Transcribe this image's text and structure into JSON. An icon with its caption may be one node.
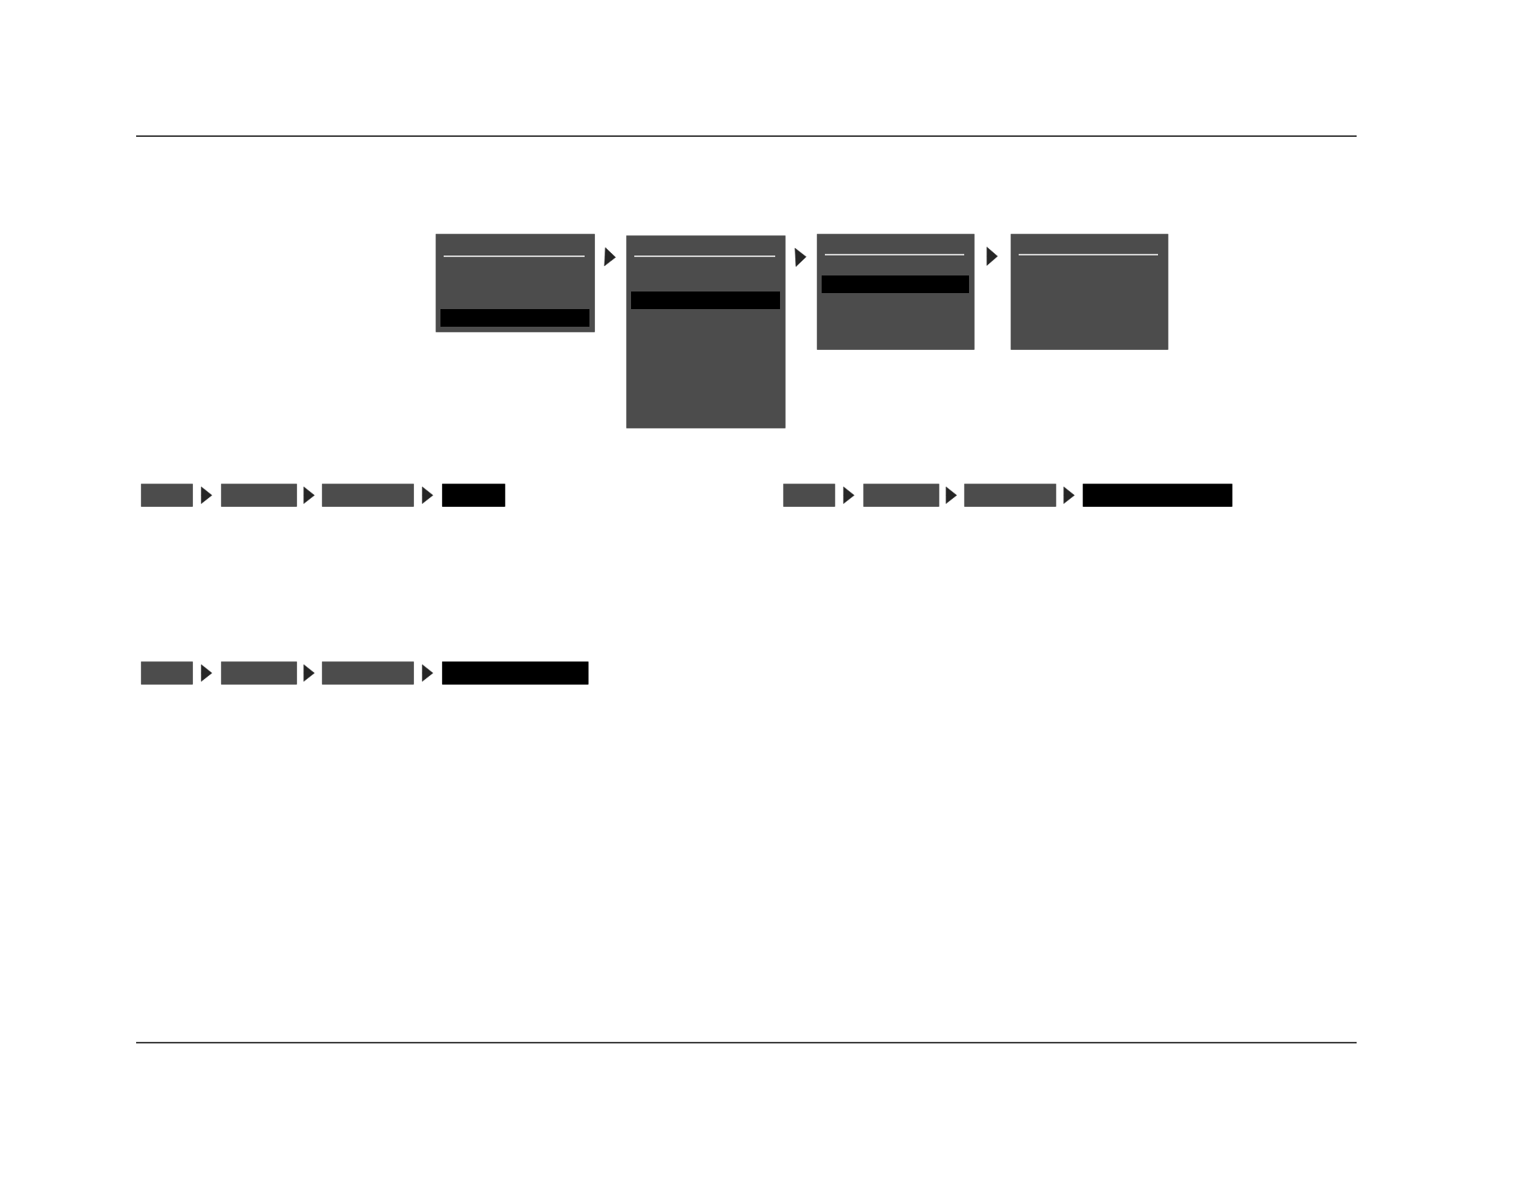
{
  "diagram": {
    "nodes": [
      {
        "text": [],
        "shape": "box"
      },
      {
        "text": [],
        "shape": "box"
      },
      {
        "text": [],
        "shape": "box"
      },
      {
        "text": [],
        "shape": "box"
      },
      {
        "text": [],
        "shape": "bar"
      },
      {
        "text": [],
        "shape": "bar"
      },
      {
        "text": [],
        "shape": "bar"
      },
      {
        "text": [],
        "shape": "bar"
      },
      {
        "text": [],
        "shape": "bar"
      },
      {
        "text": [],
        "shape": "bar"
      },
      {
        "text": [],
        "shape": "bar"
      },
      {
        "text": [],
        "shape": "bar"
      },
      {
        "text": [],
        "shape": "bar"
      },
      {
        "text": [],
        "shape": "bar"
      },
      {
        "text": [],
        "shape": "bar"
      },
      {
        "text": [],
        "shape": "bar"
      }
    ],
    "edges": [
      {
        "from": 0,
        "to": 1,
        "arrow": "to"
      },
      {
        "from": 1,
        "to": 2,
        "arrow": "to"
      },
      {
        "from": 2,
        "to": 3,
        "arrow": "to"
      },
      {
        "from": 4,
        "to": 5,
        "arrow": "to"
      },
      {
        "from": 5,
        "to": 6,
        "arrow": "to"
      },
      {
        "from": 6,
        "to": 7,
        "arrow": "to"
      },
      {
        "from": 8,
        "to": 9,
        "arrow": "to"
      },
      {
        "from": 9,
        "to": 10,
        "arrow": "to"
      },
      {
        "from": 10,
        "to": 11,
        "arrow": "to"
      },
      {
        "from": 12,
        "to": 13,
        "arrow": "to"
      },
      {
        "from": 13,
        "to": 14,
        "arrow": "to"
      },
      {
        "from": 14,
        "to": 15,
        "arrow": "to"
      }
    ]
  }
}
